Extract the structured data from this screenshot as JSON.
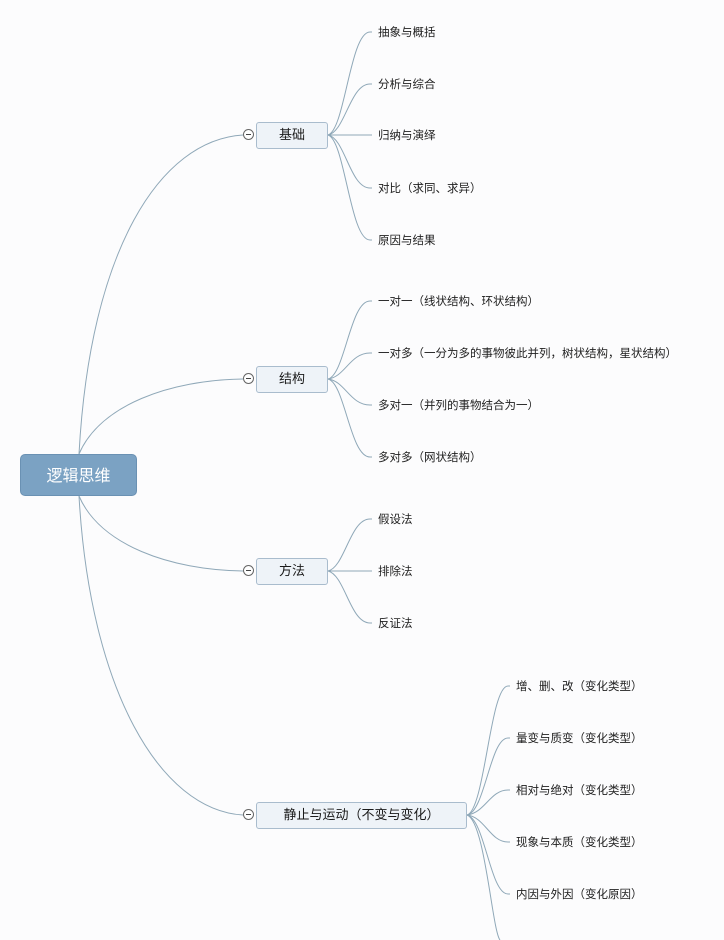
{
  "root": {
    "label": "逻辑思维"
  },
  "branches": [
    {
      "label": "基础",
      "children": [
        "抽象与概括",
        "分析与综合",
        "归纳与演绎",
        "对比（求同、求异）",
        "原因与结果"
      ]
    },
    {
      "label": "结构",
      "children": [
        "一对一（线状结构、环状结构）",
        "一对多（一分为多的事物彼此并列，树状结构，星状结构）",
        "多对一（并列的事物结合为一）",
        "多对多（网状结构）"
      ]
    },
    {
      "label": "方法",
      "children": [
        "假设法",
        "排除法",
        "反证法"
      ]
    },
    {
      "label": "静止与运动（不变与变化）",
      "children": [
        "增、删、改（变化类型）",
        "量变与质变（变化类型）",
        "相对与绝对（变化类型）",
        "现象与本质（变化类型）",
        "内因与外因（变化原因）"
      ]
    }
  ],
  "colors": {
    "root_bg": "#7ba2c3",
    "branch_bg": "#eef3f8",
    "branch_border": "#a9bccd",
    "link": "#8fa8b8"
  }
}
